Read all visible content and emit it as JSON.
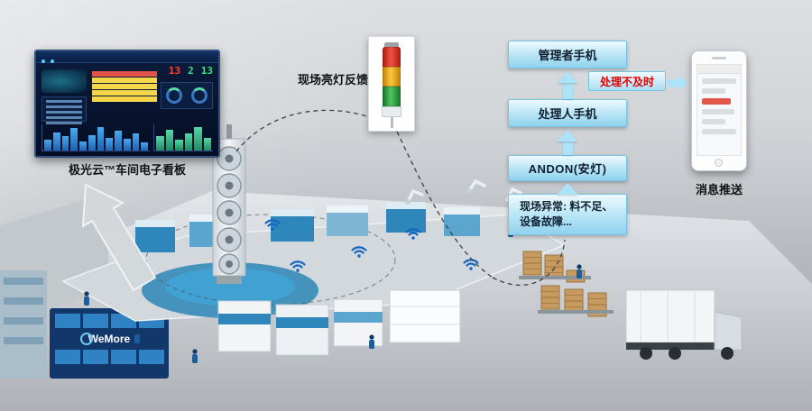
{
  "labels": {
    "dashboard_caption": "极光云™车间电子看板",
    "andon_feedback": "现场亮灯反馈",
    "message_push": "消息推送"
  },
  "flow": {
    "manager_phone": "管理者手机",
    "not_timely": "处理不及时",
    "handler_phone": "处理人手机",
    "andon": "ANDON(安灯)",
    "abnormal": "现场异常: 料不足、设备故障..."
  },
  "dashboard": {
    "stats": [
      {
        "value": "13",
        "color": "#ff4136"
      },
      {
        "value": "2",
        "color": "#3be08a"
      },
      {
        "value": "13",
        "color": "#3be08a"
      }
    ]
  },
  "factory": {
    "wall_logo": "WeMore"
  },
  "colors": {
    "flow_box_blue": "#bfe8f7",
    "arrow_cyan": "#aee2f6",
    "alert_red": "#e00000",
    "light_red": "#ef5348",
    "light_yellow": "#f7c83e",
    "light_green": "#4fc562",
    "platform_blue": "#1e7fb5",
    "wifi_blue": "#1565c0"
  }
}
